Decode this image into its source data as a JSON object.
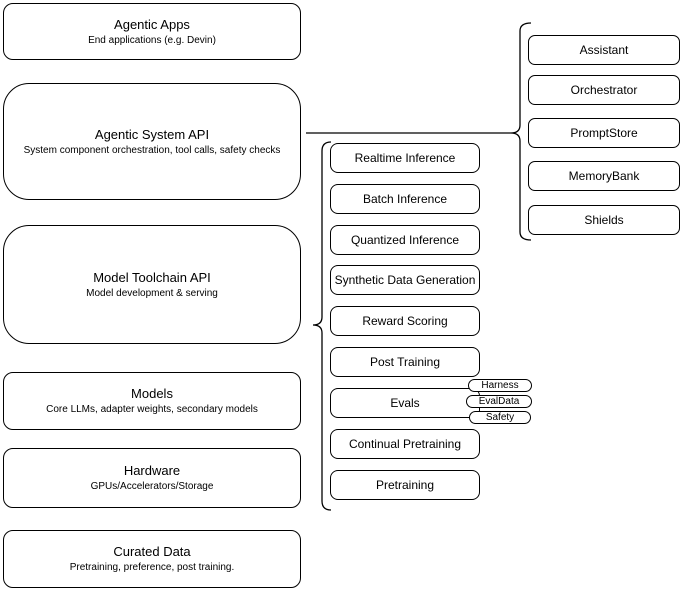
{
  "diagram": {
    "left_stack": [
      {
        "title": "Agentic Apps",
        "subtitle": "End applications (e.g. Devin)"
      },
      {
        "title": "Agentic System API",
        "subtitle": "System component orchestration, tool calls, safety checks"
      },
      {
        "title": "Model Toolchain API",
        "subtitle": "Model development & serving"
      },
      {
        "title": "Models",
        "subtitle": "Core LLMs, adapter weights, secondary models"
      },
      {
        "title": "Hardware",
        "subtitle": "GPUs/Accelerators/Storage"
      },
      {
        "title": "Curated Data",
        "subtitle": "Pretraining, preference, post training."
      }
    ],
    "toolchain_items": [
      {
        "label": "Realtime Inference"
      },
      {
        "label": "Batch Inference"
      },
      {
        "label": "Quantized Inference"
      },
      {
        "label": "Synthetic Data Generation"
      },
      {
        "label": "Reward Scoring"
      },
      {
        "label": "Post Training"
      },
      {
        "label": "Evals"
      },
      {
        "label": "Continual Pretraining"
      },
      {
        "label": "Pretraining"
      }
    ],
    "eval_tags": [
      {
        "label": "Harness"
      },
      {
        "label": "EvalData"
      },
      {
        "label": "Safety"
      }
    ],
    "system_components": [
      {
        "label": "Assistant"
      },
      {
        "label": "Orchestrator"
      },
      {
        "label": "PromptStore"
      },
      {
        "label": "MemoryBank"
      },
      {
        "label": "Shields"
      }
    ],
    "colors": {
      "stroke": "#000000",
      "fill": "#ffffff",
      "text": "#000000"
    }
  }
}
